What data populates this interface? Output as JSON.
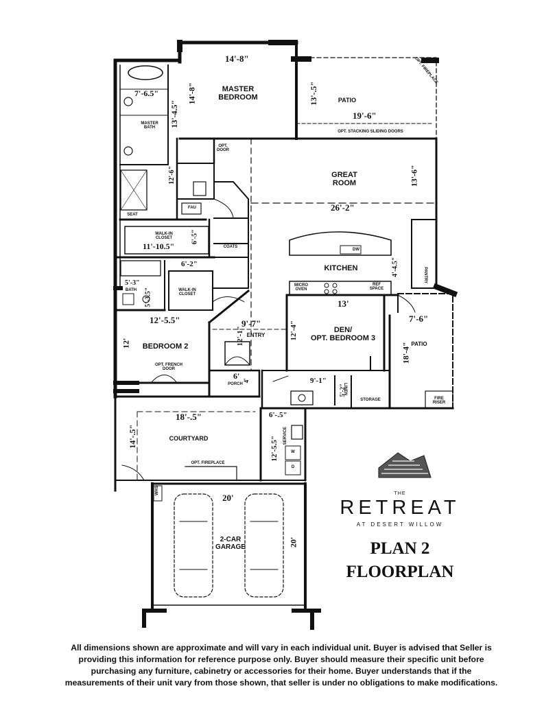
{
  "rooms": {
    "master_bedroom": "MASTER\nBEDROOM",
    "patio_top": "PATIO",
    "master_bath": "MASTER\nBATH",
    "great_room": "GREAT\nROOM",
    "walk_in_closet_1": "WALK-IN\nCLOSET",
    "coats": "COATS",
    "kitchen": "KITCHEN",
    "walk_in_closet_2": "WALK-IN\nCLOSET",
    "bath": "BATH",
    "den": "DEN/\nOPT. BEDROOM 3",
    "entry": "ENTRY",
    "bedroom_2": "BEDROOM 2",
    "patio_right": "PATIO",
    "porch": "PORCH",
    "courtyard": "COURTYARD",
    "garage": "2-CAR\nGARAGE",
    "storage": "STORAGE",
    "fire_riser": "FIRE\nRISER",
    "pantry": "PANTRY",
    "linen": "LINEN",
    "service": "SERVICE",
    "seat": "SEAT",
    "fau": "FAU",
    "dw": "DW",
    "micro_oven": "MICRO\nOVEN",
    "ref_space": "REF\nSPACE",
    "whs": "WHS",
    "w": "W",
    "d": "D"
  },
  "notes": {
    "opt_stacking_doors": "OPT. STACKING SLIDING DOORS",
    "opt_fireplace_top": "OPT. FIREPLACE",
    "opt_door": "OPT.\nDOOR",
    "opt_french_door": "OPT. FRENCH\nDOOR",
    "opt_fireplace_courtyard": "OPT. FIREPLACE"
  },
  "dimensions": {
    "master_w": "14'-8\"",
    "master_h": "14'-8\"",
    "bath_w": "7'-6.5\"",
    "bath_h": "13'-4.5\"",
    "patio_w": "19'-6\"",
    "patio_h": "13'-.5\"",
    "great_w": "26'-2\"",
    "great_h": "13'-6\"",
    "closet_w": "11'-10.5\"",
    "closet_h": "6'-5\"",
    "closet2_h": "12'-6\"",
    "closet2_w": "6'-2\"",
    "bath2_a": "5'-3\"",
    "bath2_b": "5'-3.5\"",
    "kitchen_h": "4'-4.5\"",
    "den_w": "13'",
    "den_h": "12'-4\"",
    "bed2_w": "12'-5.5\"",
    "bed2_h": "12'",
    "entry_w": "9'-7\"",
    "entry_h": "12'-1\"",
    "patio2_w": "7'-6\"",
    "patio2_h": "18'-4\"",
    "porch_w": "6'",
    "porch_h": "4'",
    "laundry_w": "9'-1\"",
    "linen_h": "5'-2\"",
    "court_w": "18'-.5\"",
    "court_h": "14'-.5\"",
    "service_w": "6'-.5\"",
    "service_h": "12'-5.5\"",
    "garage_w": "20'",
    "garage_h": "20'"
  },
  "branding": {
    "the": "THE",
    "name": "RETREAT",
    "sub": "AT DESERT WILLOW",
    "plan": "PLAN 2",
    "type": "FLOORPLAN"
  },
  "disclaimer": "All dimensions shown are approximate and will vary in each individual unit. Buyer is advised that Seller is providing this information for reference purpose only. Buyer should measure their specific unit before purchasing any furniture, cabinetry or accessories for their home. Buyer understands that if the measurements of their unit vary from those shown, that seller is under no obligations to make modifications."
}
